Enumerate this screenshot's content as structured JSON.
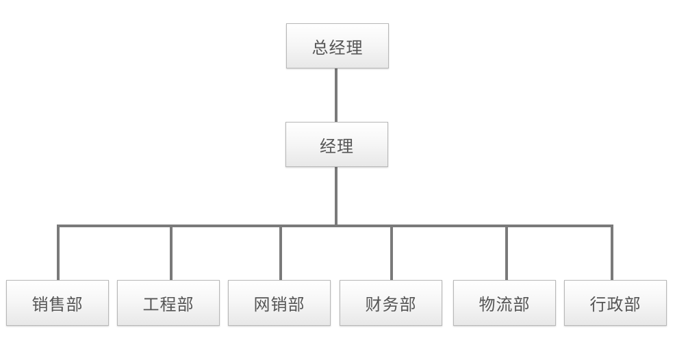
{
  "org_chart": {
    "ceo": {
      "label": "总经理"
    },
    "manager": {
      "label": "经理"
    },
    "departments": [
      {
        "label": "销售部"
      },
      {
        "label": "工程部"
      },
      {
        "label": "网销部"
      },
      {
        "label": "财务部"
      },
      {
        "label": "物流部"
      },
      {
        "label": "行政部"
      }
    ]
  },
  "colors": {
    "connector": "#7a7a7a",
    "node_border": "#b7b7b7",
    "node_text": "#555555",
    "node_gradient_top": "#ffffff",
    "node_gradient_bottom": "#e8e8e8"
  }
}
